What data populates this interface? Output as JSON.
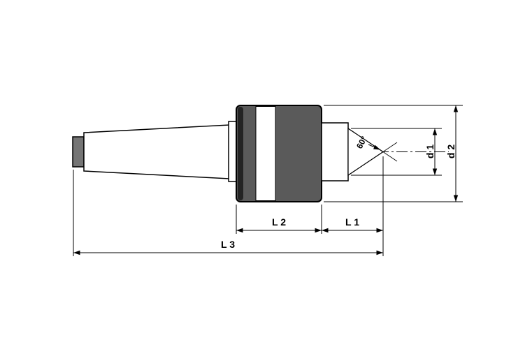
{
  "drawing": {
    "labels": {
      "l1": "L 1",
      "l2": "L 2",
      "l3": "L 3",
      "d1": "d 1",
      "d2": "d 2",
      "angle": "60°"
    },
    "colors": {
      "background": "#ffffff",
      "outline": "#000000",
      "body_fill": "#5a5a5a",
      "body_edge_fill": "#232323",
      "cap_fill": "#757575",
      "stripe_fill": "#ffffff"
    }
  }
}
